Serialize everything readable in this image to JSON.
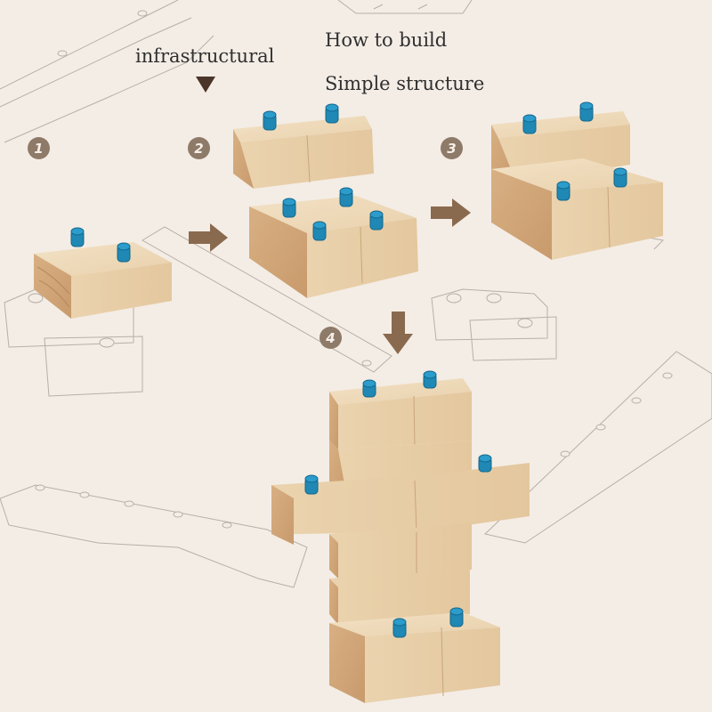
{
  "labels": {
    "infrastructural": "infrastructural",
    "how_to_build": "How to build",
    "simple_structure": "Simple structure"
  },
  "steps": [
    "1",
    "2",
    "3",
    "4"
  ],
  "colors": {
    "background": "#f4ede6",
    "wood": "#ecd6b4",
    "wood_dark": "#dfbf98",
    "end_grain": "#d9b48a",
    "peg": "#1f88b4",
    "arrow": "#8a6a4e",
    "step_badge": "#8e7a68",
    "sketch_line": "#b5aca3"
  },
  "icons": [
    "down-triangle-icon",
    "right-arrow-icon",
    "down-arrow-icon"
  ]
}
